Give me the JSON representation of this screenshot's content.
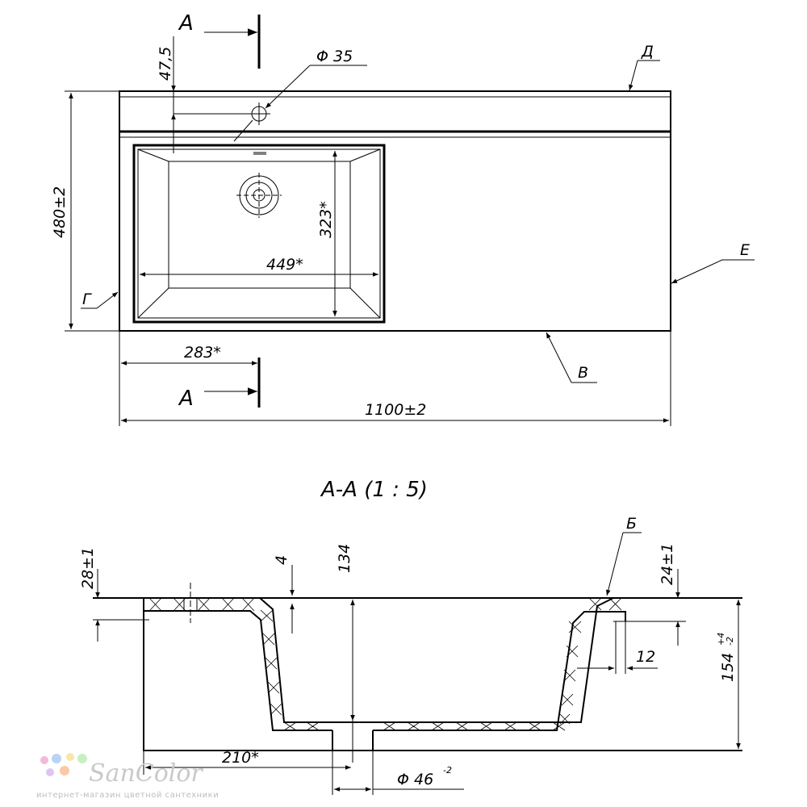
{
  "top_view": {
    "section_letter_top": "A",
    "section_letter_bottom": "A",
    "dim_47_5": "47,5",
    "dim_d35": "Φ 35",
    "dim_480": "480±2",
    "dim_323": "323*",
    "dim_449": "449*",
    "dim_283": "283*",
    "dim_1100": "1100±2",
    "mark_d": "Д",
    "mark_e": "Е",
    "mark_g": "Г",
    "mark_v": "В"
  },
  "section_view": {
    "title": "А-А (1 : 5)",
    "dim_28": "28±1",
    "dim_4": "4",
    "dim_134": "134",
    "mark_b": "Б",
    "dim_24": "24±1",
    "dim_12": "12",
    "dim_154": "154",
    "dim_154_tol_up": "+4",
    "dim_154_tol_down": "-2",
    "dim_210": "210*",
    "dim_d46": "Φ 46",
    "dim_d46_tol": "-2"
  },
  "watermark": {
    "brand": "SanColor",
    "tagline": "интернет-магазин цветной сантехники",
    "dot_colors": [
      "#f4b9d6",
      "#b9d3f4",
      "#f7e7a7",
      "#c7f0c2",
      "#e0c3f5",
      "#f9c9a9"
    ]
  }
}
